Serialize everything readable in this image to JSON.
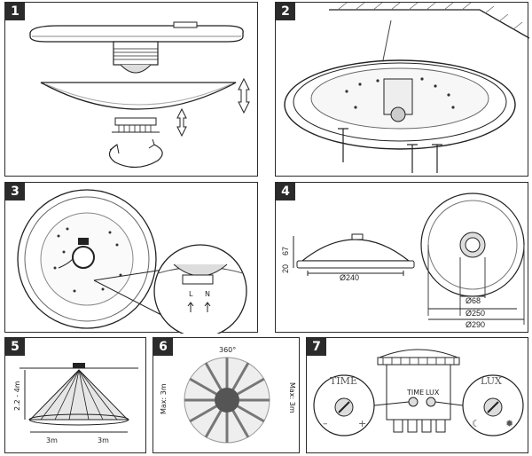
{
  "panels": [
    {
      "number": "1"
    },
    {
      "number": "2"
    },
    {
      "number": "3",
      "terminal_l": "L",
      "terminal_n": "N"
    },
    {
      "number": "4",
      "height_total": "67",
      "height_base": "20",
      "dia_inner": "Ø240",
      "dia_sensor": "Ø68",
      "dia_middle": "Ø250",
      "dia_outer": "Ø290"
    },
    {
      "number": "5",
      "height_range": "2.2 - 4m",
      "left_range": "3m",
      "right_range": "3m"
    },
    {
      "number": "6",
      "angle": "360°",
      "left_range": "Max: 3m",
      "right_range": "Max: 3m"
    },
    {
      "number": "7",
      "time_label": "TIME",
      "lux_label": "LUX",
      "knob_time": "TIME",
      "knob_lux": "LUX",
      "minus": "–",
      "plus": "+"
    }
  ],
  "colors": {
    "badge": "#2b2b2b",
    "line": "#2b2b2b",
    "grey": "#8a8a8a"
  }
}
